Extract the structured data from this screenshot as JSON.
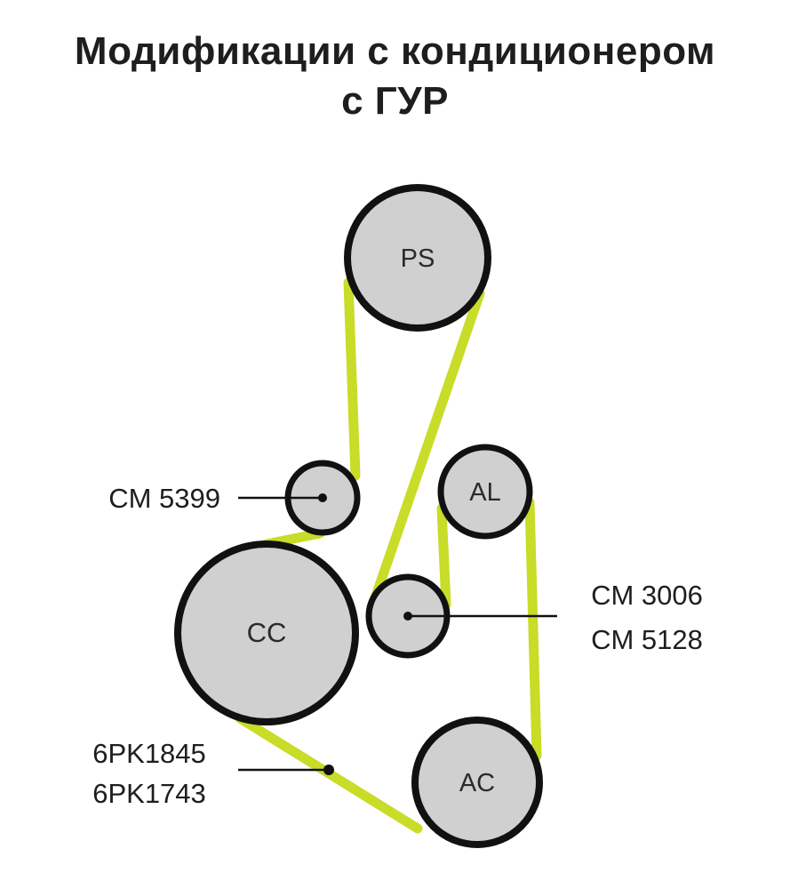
{
  "title": {
    "line1": "Модификации с кондиционером",
    "line2": "с ГУР"
  },
  "pulleys": {
    "ps": "PS",
    "al": "AL",
    "cc": "CC",
    "ac": "AC"
  },
  "callouts": {
    "idler_top": "CM 5399",
    "tensioner_1": "CM 3006",
    "tensioner_2": "CM 5128",
    "belt_1": "6PK1845",
    "belt_2": "6PK1743"
  },
  "colors": {
    "belt": "#c8dc28",
    "pulley_fill": "#d0d0d0",
    "pulley_stroke": "#111111"
  }
}
